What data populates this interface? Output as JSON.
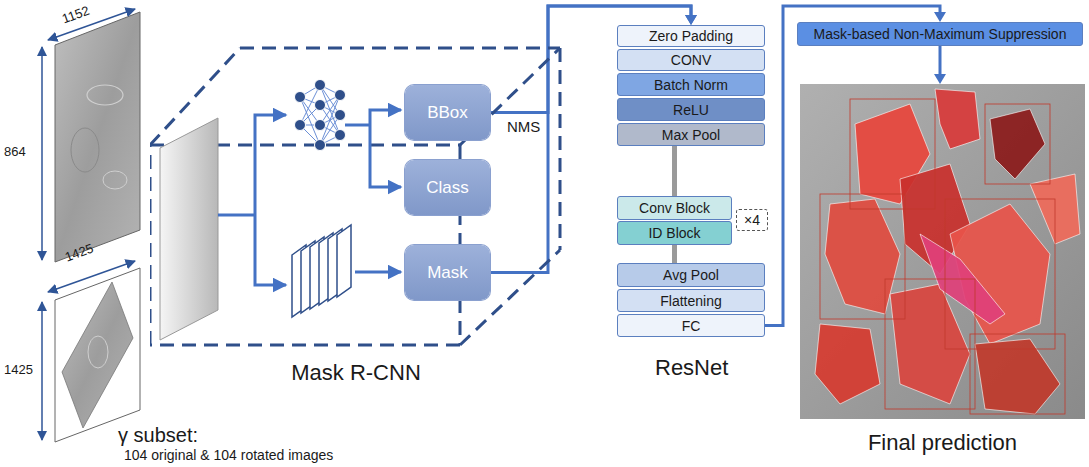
{
  "diagram": {
    "nodes": [
      {
        "text": [
          "Mask R-CNN"
        ]
      },
      {
        "text": [
          "BBox"
        ],
        "in": 0
      },
      {
        "text": [
          "Class"
        ],
        "in": 0
      },
      {
        "text": [
          "Mask"
        ],
        "in": 0
      },
      {
        "text": [
          "Zero Padding"
        ]
      },
      {
        "text": [
          "CONV"
        ]
      },
      {
        "text": [
          "Batch Norm"
        ]
      },
      {
        "text": [
          "ReLU"
        ]
      },
      {
        "text": [
          "Max Pool"
        ]
      },
      {
        "text": [
          "Conv Block"
        ]
      },
      {
        "text": [
          "ID Block"
        ]
      },
      {
        "text": [
          "×4"
        ]
      },
      {
        "text": [
          "Avg Pool"
        ]
      },
      {
        "text": [
          "Flattening"
        ]
      },
      {
        "text": [
          "FC"
        ]
      },
      {
        "text": [
          "Mask-based Non-Maximum Suppression"
        ]
      },
      {
        "text": [
          "Final prediction"
        ]
      }
    ],
    "edges": [
      {
        "from": 1,
        "to": 4,
        "arrow": "to",
        "label": "NMS"
      },
      {
        "from": 3,
        "to": 4,
        "arrow": "to"
      },
      {
        "from": 8,
        "to": 9,
        "arrow": "none"
      },
      {
        "from": 10,
        "to": 12,
        "arrow": "none"
      },
      {
        "from": 14,
        "to": 15,
        "arrow": "to"
      },
      {
        "from": 15,
        "to": 16,
        "arrow": "to"
      }
    ],
    "labels": [
      "1152",
      "864",
      "1425",
      "1425",
      "γ subset:",
      "104 original & 104 rotated images",
      "ResNet"
    ]
  }
}
